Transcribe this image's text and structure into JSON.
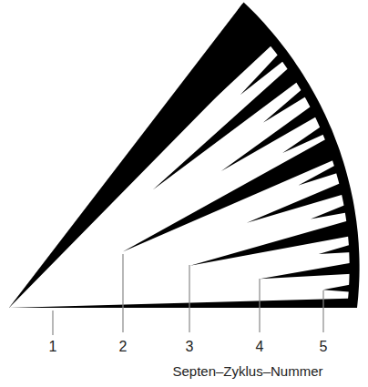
{
  "diagram": {
    "labels": [
      "1",
      "2",
      "3",
      "4",
      "5",
      "Septen–Zyklus–Nummer"
    ]
  }
}
